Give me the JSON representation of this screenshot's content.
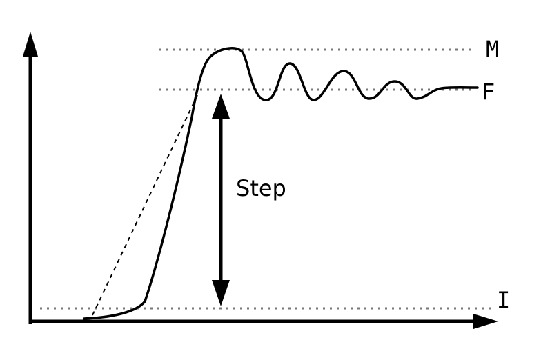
{
  "diagram": {
    "level_labels": {
      "max": "M",
      "final": "F",
      "initial": "I"
    },
    "step_label": "Step",
    "colors": {
      "line": "#000000",
      "dotted": "#666666",
      "background": "#ffffff"
    }
  }
}
